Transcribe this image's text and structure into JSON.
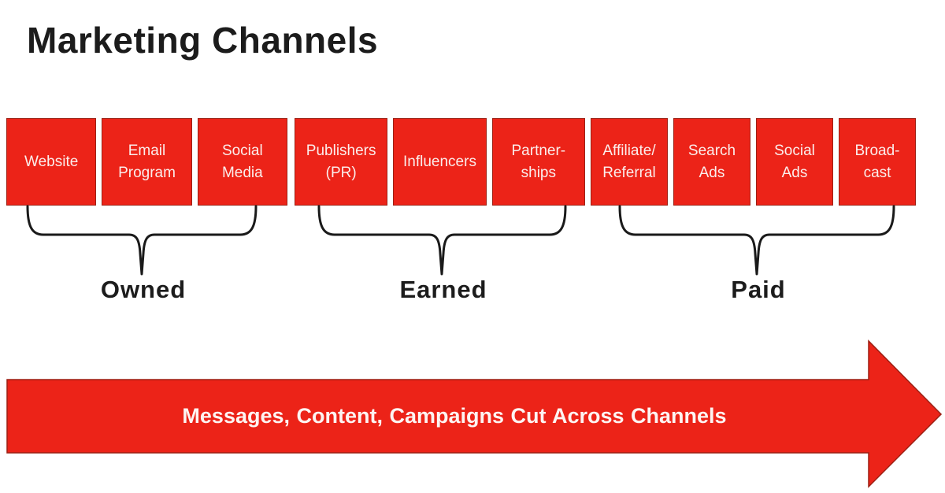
{
  "title": "Marketing Channels",
  "colors": {
    "shape_red": "#ec2318",
    "shape_border": "#9c2014",
    "text_dark": "#1c1c1c",
    "box_text": "#fbeeec"
  },
  "groups": [
    {
      "label": "Owned",
      "boxes": [
        "Website",
        "Email\nProgram",
        "Social\nMedia"
      ]
    },
    {
      "label": "Earned",
      "boxes": [
        "Publishers\n(PR)",
        "Influencers",
        "Partner-\nships"
      ]
    },
    {
      "label": "Paid",
      "boxes": [
        "Affiliate/\nReferral",
        "Search\nAds",
        "Social\nAds",
        "Broad-\ncast"
      ]
    }
  ],
  "arrow": {
    "label": "Messages, Content, Campaigns Cut Across Channels"
  }
}
